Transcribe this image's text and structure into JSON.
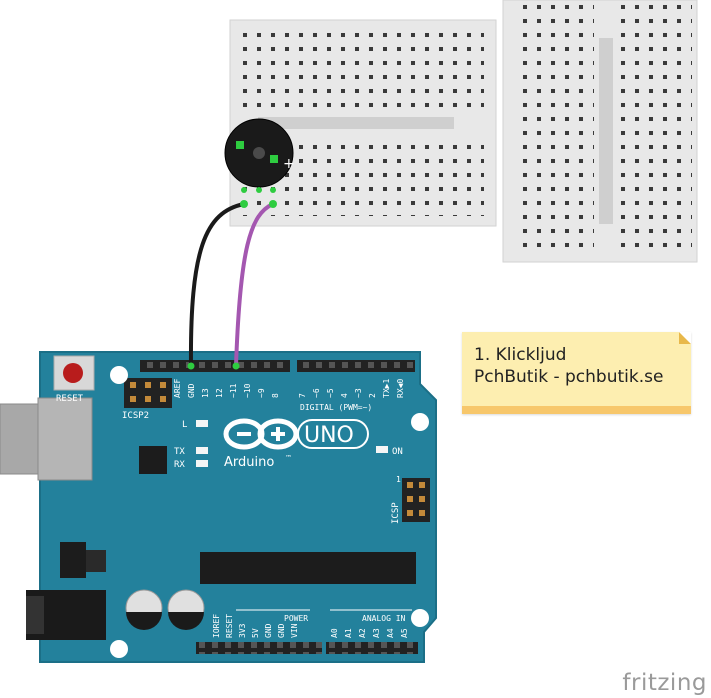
{
  "board": {
    "reset_label": "RESET",
    "icsp2_label": "ICSP2",
    "icsp_label": "ICSP",
    "led_l": "L",
    "led_tx": "TX",
    "led_rx": "RX",
    "on_label": "ON",
    "brand": "Arduino",
    "trademark": "™",
    "model": "UNO",
    "digital_label": "DIGITAL (PWM=~)",
    "power_label": "POWER",
    "analog_label": "ANALOG IN",
    "icsp_pin1": "1",
    "digital_pins": [
      "AREF",
      "GND",
      "13",
      "12",
      "~11",
      "~10",
      "~9",
      "8",
      "7",
      "~6",
      "~5",
      "4",
      "~3",
      "2",
      "TX▶1",
      "RX◀0"
    ],
    "power_pins": [
      "IOREF",
      "RESET",
      "3V3",
      "5V",
      "GND",
      "GND",
      "VIN"
    ],
    "analog_pins": [
      "A0",
      "A1",
      "A2",
      "A3",
      "A4",
      "A5"
    ]
  },
  "buzzer": {
    "plus_mark": "+"
  },
  "note": {
    "line1": "1. Klickljud",
    "line2": "PchButik - pchbutik.se"
  },
  "watermark": "fritzing",
  "colors": {
    "board": "#23819c",
    "board_edge": "#1b6f87",
    "breadboard": "#e6e6e6",
    "wire_gnd": "#1a1a1a",
    "wire_signal": "#a457b0",
    "note_bg": "#fdeeb0",
    "note_bar": "#f7c76b"
  }
}
